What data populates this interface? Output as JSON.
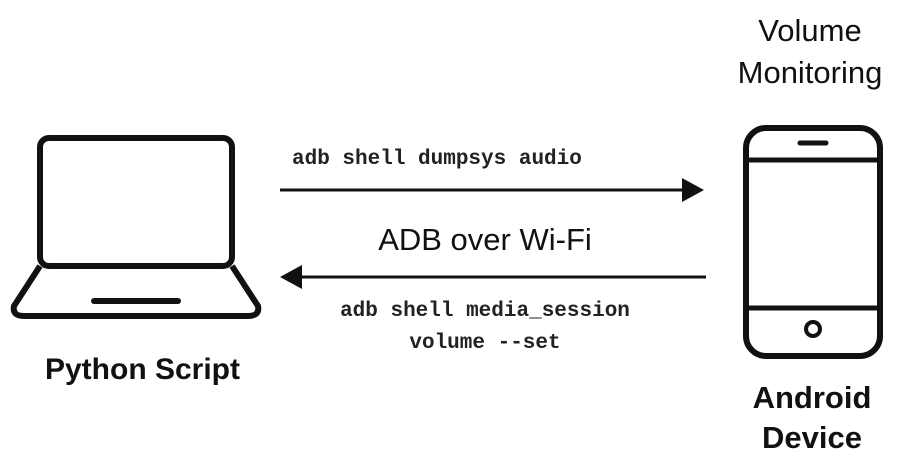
{
  "laptop": {
    "icon": "laptop-icon",
    "label": "Python Script"
  },
  "phone": {
    "icon": "smartphone-icon",
    "title_line1": "Volume",
    "title_line2": "Monitoring",
    "label_line1": "Android",
    "label_line2": "Device"
  },
  "connection": {
    "label": "ADB over Wi-Fi",
    "to_device": {
      "command": "adb shell dumpsys audio",
      "direction": "right"
    },
    "to_laptop": {
      "command_line1": "adb shell media_session",
      "command_line2": "volume --set",
      "direction": "left"
    }
  },
  "colors": {
    "stroke": "#111111",
    "background": "#ffffff"
  }
}
